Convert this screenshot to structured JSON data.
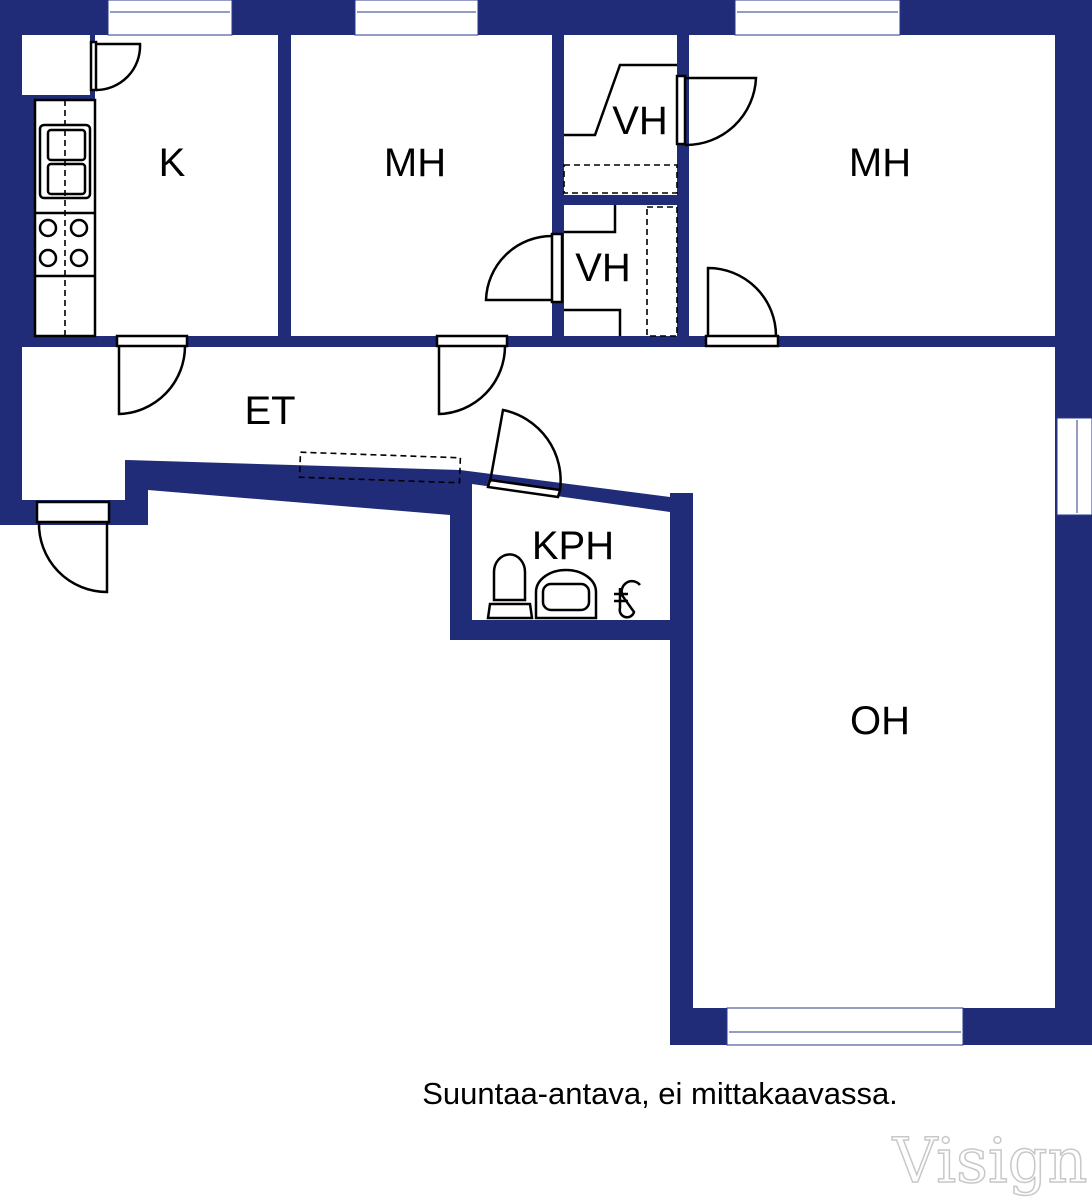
{
  "rooms": {
    "kitchen": "K",
    "bedroom_1": "MH",
    "closet_1": "VH",
    "closet_2": "VH",
    "bedroom_2": "MH",
    "hallway": "ET",
    "bathroom": "KPH",
    "living_room": "OH"
  },
  "caption": "Suuntaa-antava, ei mittakaavassa.",
  "watermark": "Visign",
  "colors": {
    "wall": "#202c78",
    "background": "#ffffff"
  }
}
